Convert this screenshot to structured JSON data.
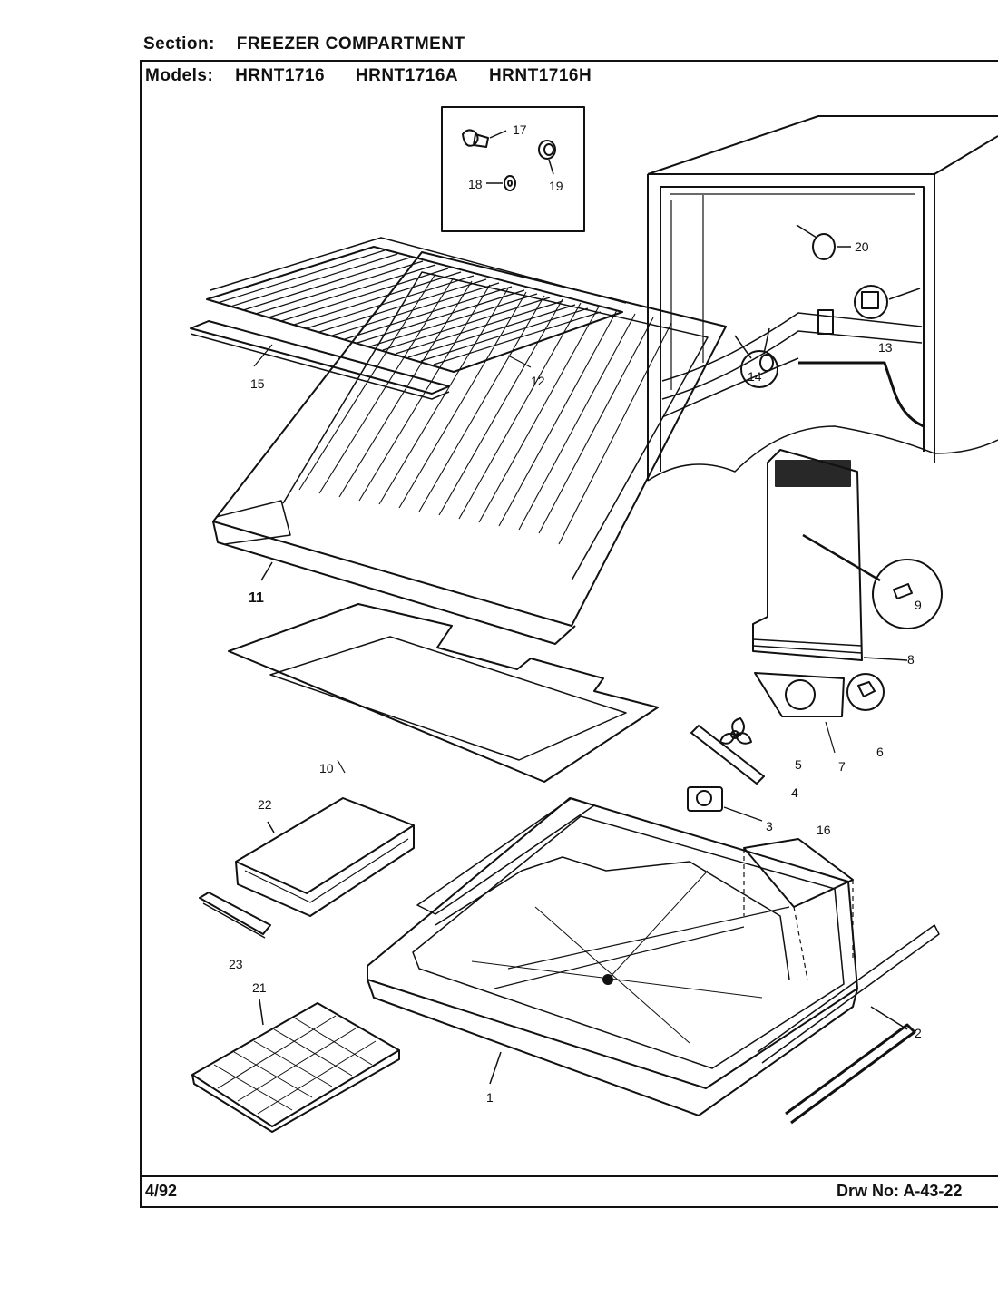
{
  "header": {
    "section_label": "Section:",
    "section_value": "FREEZER COMPARTMENT",
    "models_label": "Models:",
    "models": [
      "HRNT1716",
      "HRNT1716A",
      "HRNT1716H"
    ]
  },
  "footer": {
    "date": "4/92",
    "drawing_number": "Drw No: A-43-22"
  },
  "callouts": {
    "c1": "1",
    "c2": "2",
    "c3": "3",
    "c4": "4",
    "c5": "5",
    "c6": "6",
    "c7": "7",
    "c8": "8",
    "c9": "9",
    "c10": "10",
    "c11": "11",
    "c12": "12",
    "c13": "13",
    "c14": "14",
    "c15": "15",
    "c16": "16",
    "c17": "17",
    "c18": "18",
    "c19": "19",
    "c20": "20",
    "c21": "21",
    "c22": "22",
    "c23": "23"
  }
}
